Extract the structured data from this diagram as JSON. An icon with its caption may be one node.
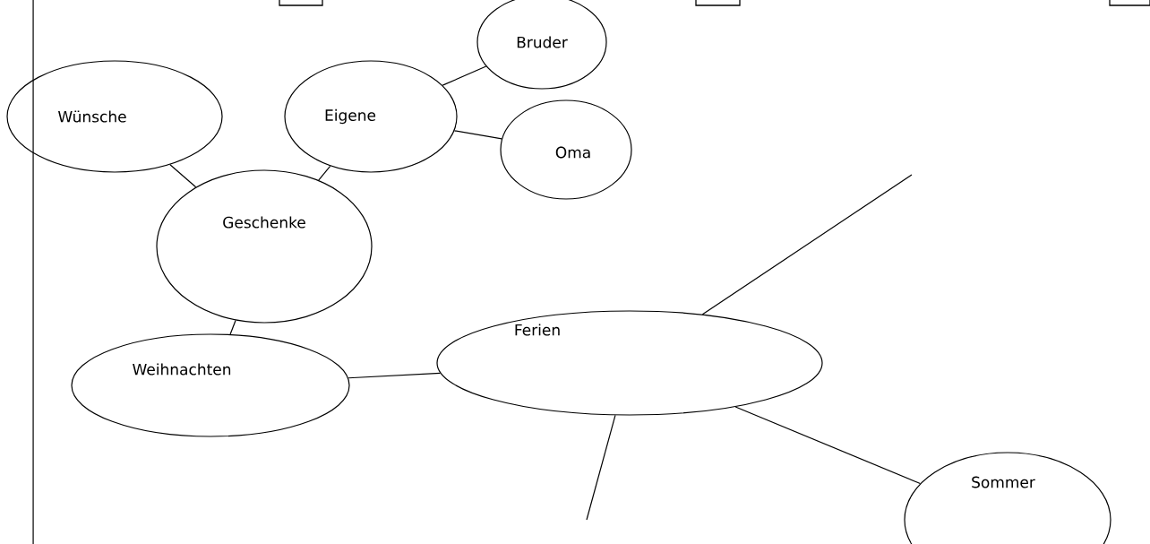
{
  "diagram": {
    "nodes": [
      {
        "text": [
          "Bruder"
        ]
      },
      {
        "text": [
          "Wünsche"
        ]
      },
      {
        "text": [
          "Eigene"
        ]
      },
      {
        "text": [
          "Oma"
        ]
      },
      {
        "text": [
          "Geschenke"
        ]
      },
      {
        "text": [
          "Ferien"
        ]
      },
      {
        "text": [
          "Weihnachten"
        ]
      },
      {
        "text": [
          "Sommer"
        ]
      }
    ],
    "edges": [
      {
        "from": 2,
        "to": 0,
        "arrow": "none"
      },
      {
        "from": 1,
        "to": 4,
        "arrow": "none"
      },
      {
        "from": 2,
        "to": 4,
        "arrow": "none"
      },
      {
        "from": 2,
        "to": 3,
        "arrow": "none"
      },
      {
        "from": 4,
        "to": 6,
        "arrow": "none"
      },
      {
        "from": 6,
        "to": 5,
        "arrow": "none"
      },
      {
        "from": 5,
        "to": 7,
        "arrow": "none"
      },
      {
        "from": 5,
        "to": null,
        "arrow": "none"
      },
      {
        "from": 5,
        "to": null,
        "arrow": "none"
      }
    ]
  }
}
